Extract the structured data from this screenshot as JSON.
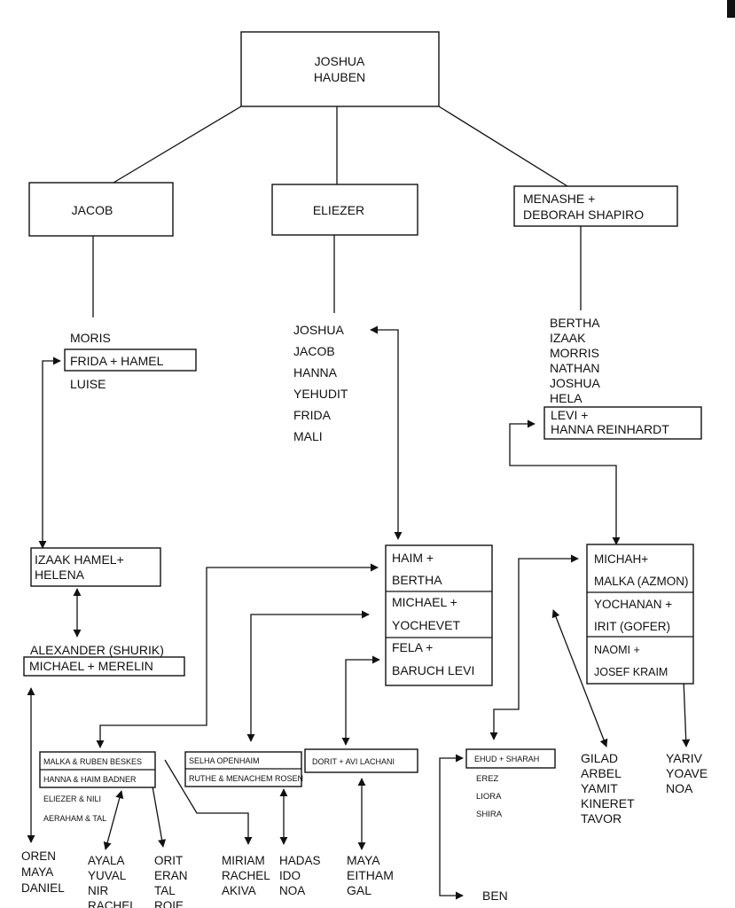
{
  "root": [
    "JOSHUA",
    "HAUBEN"
  ],
  "children": {
    "jacob": "JACOB",
    "eliezer": "ELIEZER",
    "menashe": [
      "MENASHE +",
      "DEBORAH SHAPIRO"
    ]
  },
  "jacob_kids": {
    "top": "MORIS",
    "boxed": "FRIDA + HAMEL",
    "bottom": "LUISE"
  },
  "eliezer_kids": [
    "JOSHUA",
    "JACOB",
    "HANNA",
    "YEHUDIT",
    "FRIDA",
    "MALI"
  ],
  "menashe_kids": [
    "BERTHA",
    "IZAAK",
    "MORRIS",
    "NATHAN",
    "JOSHUA",
    "HELA"
  ],
  "levi": [
    "LEVI +",
    "HANNA REINHARDT"
  ],
  "izaak": [
    "IZAAK HAMEL+",
    "HELENA"
  ],
  "alexander": [
    "ALEXANDER (SHURIK)",
    "MICHAEL + MERELIN"
  ],
  "haim_box": [
    "HAIM +",
    "BERTHA",
    "MICHAEL +",
    "YOCHEVET",
    "FELA +",
    "BARUCH LEVI"
  ],
  "michah_box": [
    "MICHAH+",
    "MALKA (AZMON)",
    "YOCHANAN +",
    "IRIT (GOFER)",
    "NAOMI +",
    "JOSEF KRAIM"
  ],
  "malka_box": [
    "MALKA & RUBEN BESKES",
    "HANNA & HAIM BADNER"
  ],
  "malka_extra": [
    "ELIEZER & NILI",
    "AERAHAM & TAL"
  ],
  "selha_box": [
    "SELHA OPENHAIM",
    "RUTHE & MENACHEM ROSEN"
  ],
  "dorit": "DORIT + AVI LACHANI",
  "ehud_box": "EHUD + SHARAH",
  "ehud_kids": [
    "EREZ",
    "LIORA",
    "SHIRA"
  ],
  "oren": [
    "OREN",
    "MAYA",
    "DANIEL"
  ],
  "ayala": [
    "AYALA",
    "YUVAL",
    "NIR",
    "RACHEL"
  ],
  "orit": [
    "ORIT",
    "ERAN",
    "TAL",
    "ROIE"
  ],
  "miriam": [
    "MIRIAM",
    "RACHEL",
    "AKIVA"
  ],
  "hadas": [
    "HADAS",
    "IDO",
    "NOA"
  ],
  "maya": [
    "MAYA",
    "EITHAM",
    "GAL"
  ],
  "ben": "BEN",
  "gilad": [
    "GILAD",
    "ARBEL",
    "YAMIT",
    "KINERET",
    "TAVOR"
  ],
  "yariv": [
    "YARIV",
    "YOAVE",
    "NOA"
  ]
}
